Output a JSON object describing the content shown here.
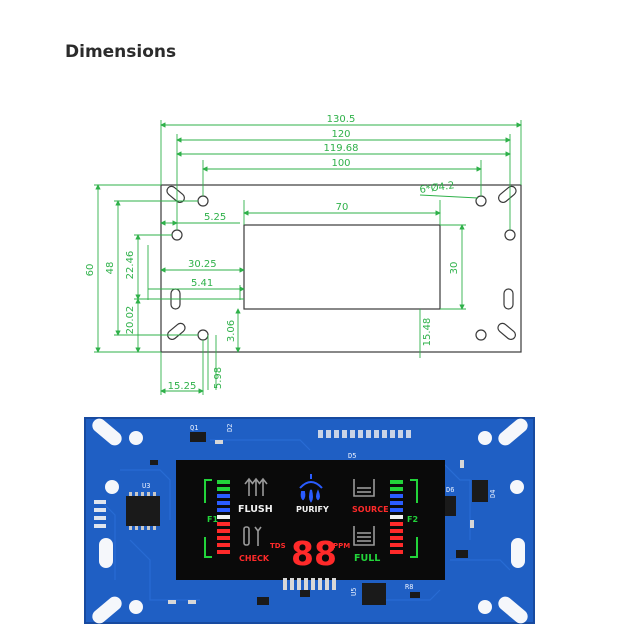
{
  "heading": "Dimensions",
  "drawing": {
    "dim_130_5": "130.5",
    "dim_120": "120",
    "dim_119_68": "119.68",
    "dim_100": "100",
    "dim_70": "70",
    "hole_callout": "6*Ø4.2",
    "dim_5_25": "5.25",
    "dim_60": "60",
    "dim_48": "48",
    "dim_22_46": "22.46",
    "dim_30_25": "30.25",
    "dim_5_41": "5.41",
    "dim_20_02": "20.02",
    "dim_30": "30",
    "dim_3_06": "3.06",
    "dim_15_48": "15.48",
    "dim_15_25": "15.25",
    "dim_5_98": "5.98"
  },
  "display": {
    "flush": "FLUSH",
    "purify": "PURIFY",
    "source": "SOURCE",
    "check": "CHECK",
    "full": "FULL",
    "tds": "TDS",
    "ppm": "PPM",
    "digits": "88",
    "f1": "F1",
    "f2": "F2"
  },
  "silkscreen": {
    "u3": "U3",
    "q1": "Q1",
    "d2": "D2",
    "d5": "D5",
    "d6": "D6",
    "d4": "D4",
    "u5": "U5",
    "r8": "R8"
  },
  "colors": {
    "dimension_line": "#2fb14a",
    "outline": "#3a3a3a",
    "pcb": "#1f5fc4",
    "lcd": "#0a0a0a",
    "green": "#22d43a",
    "red": "#ff2a2a",
    "blue": "#2a5cff",
    "white": "#f2f2f2"
  }
}
